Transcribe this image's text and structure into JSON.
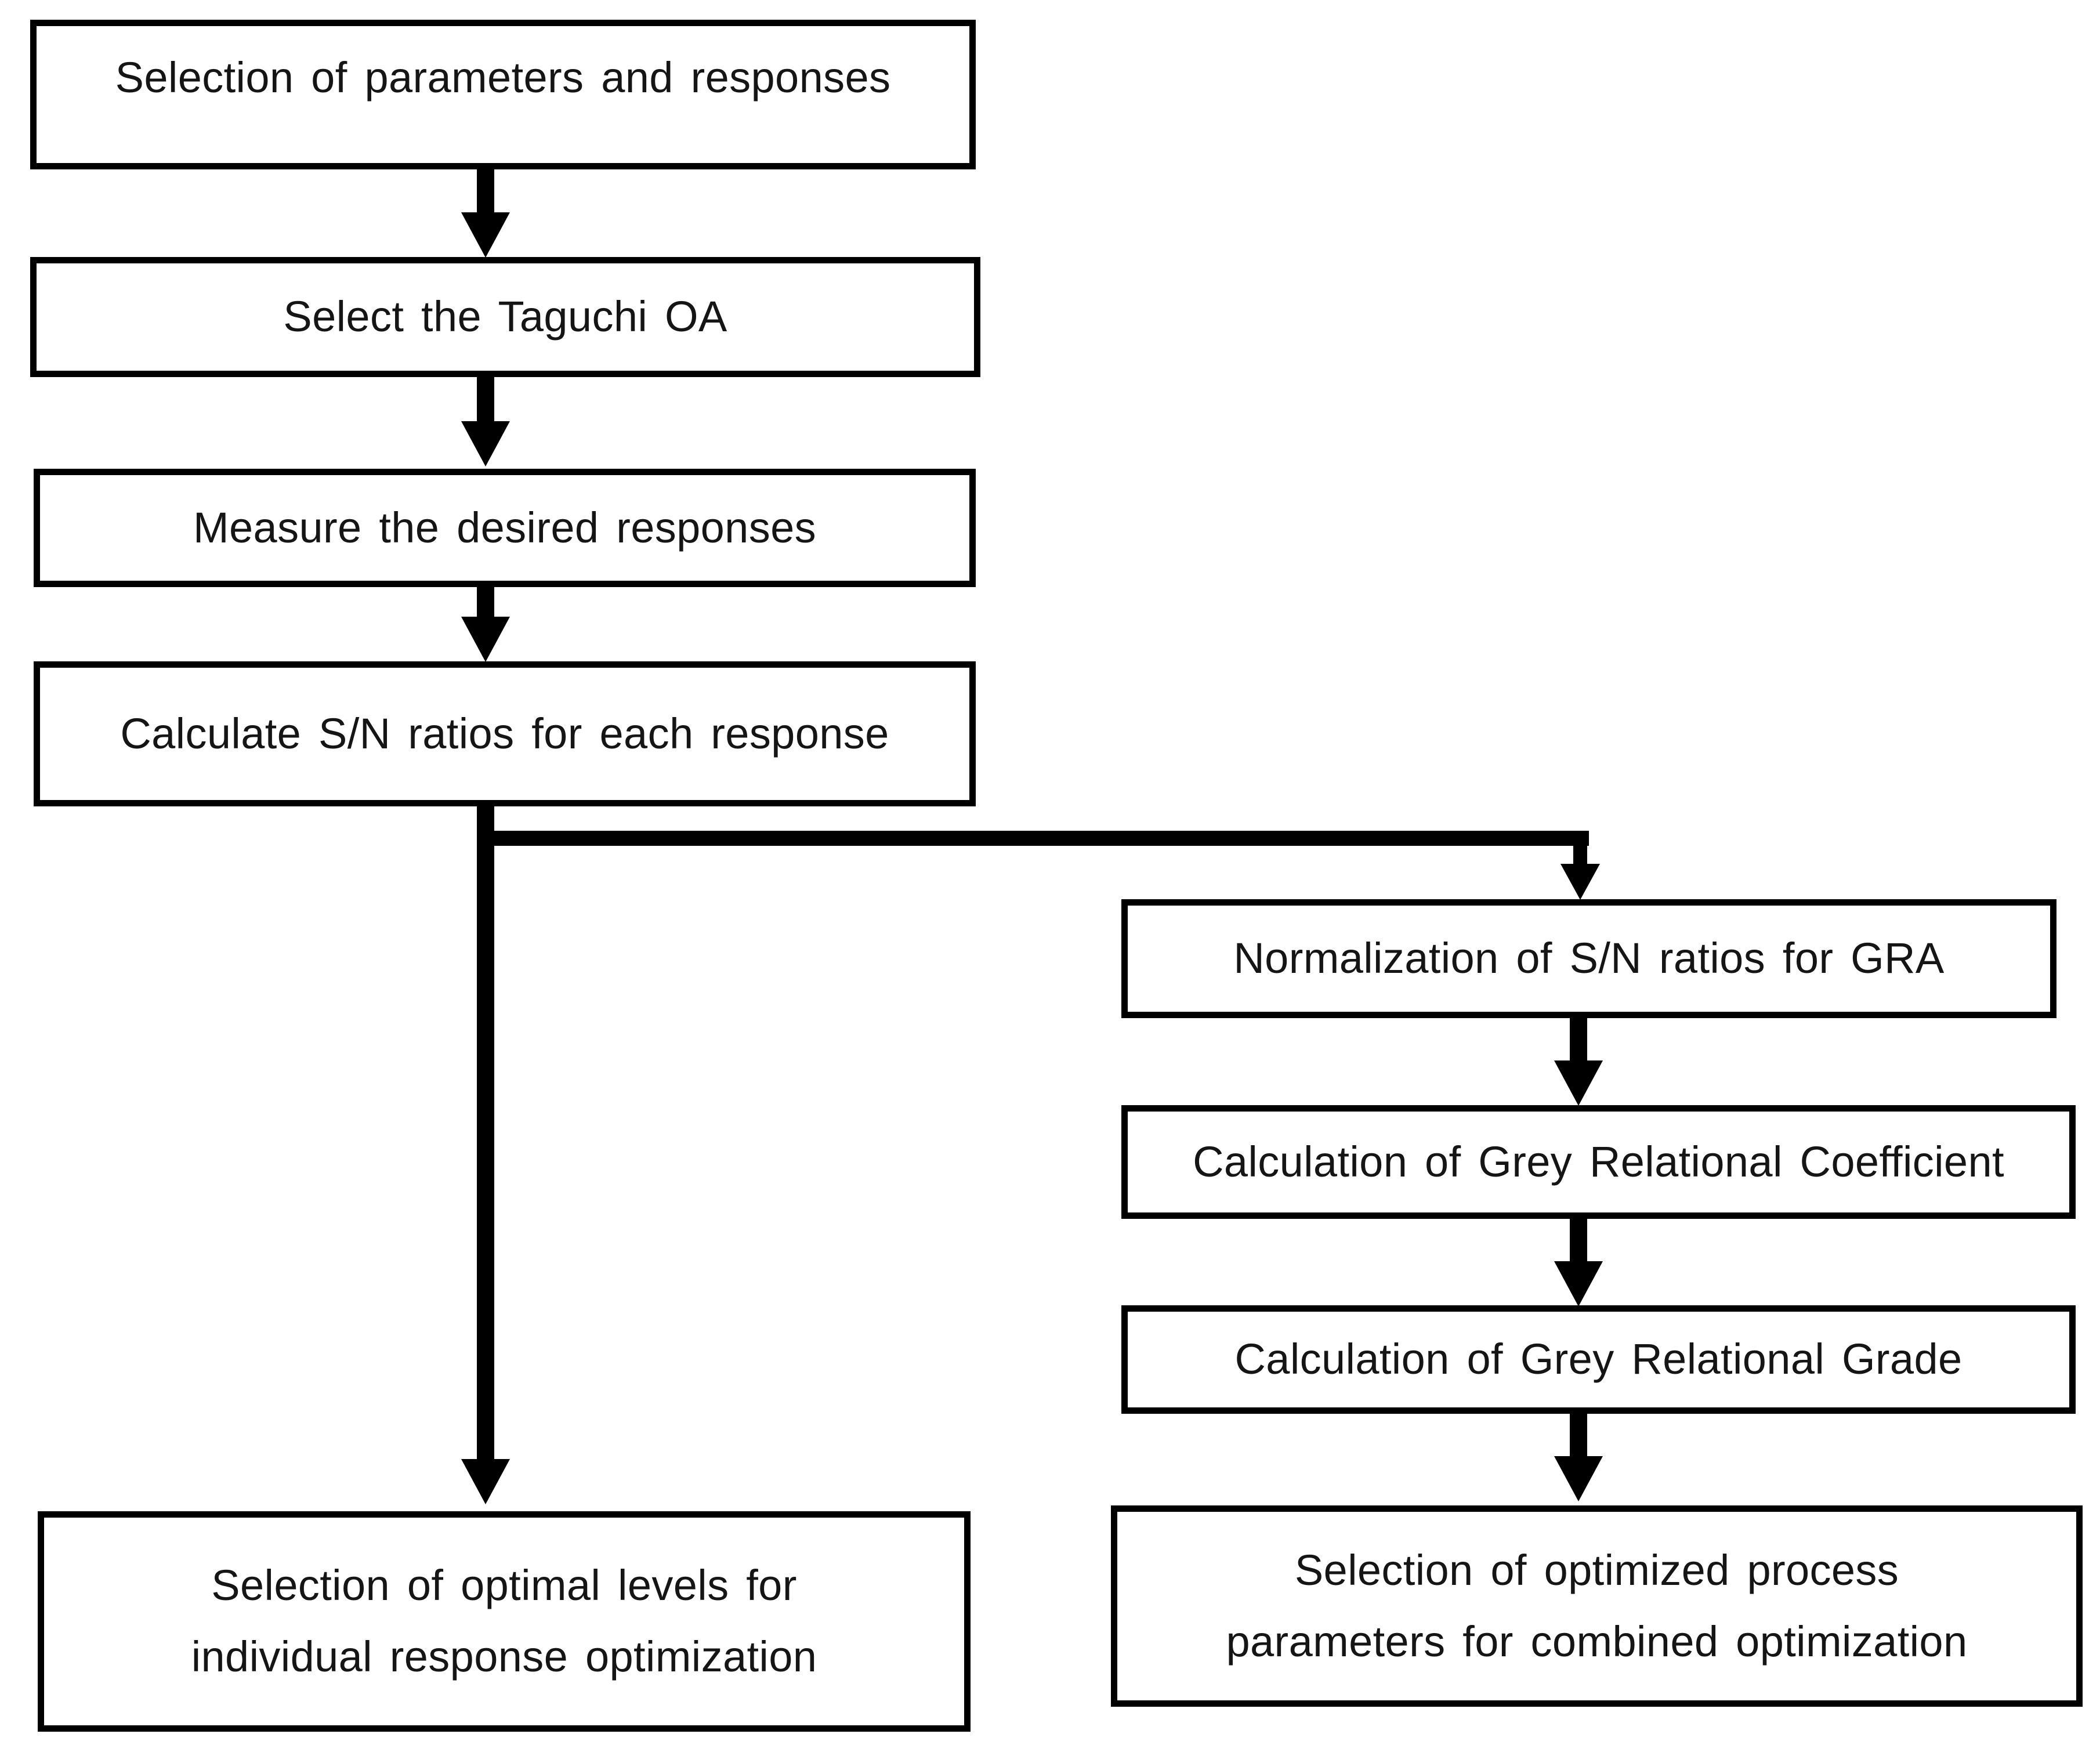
{
  "figure": {
    "kind": "flowchart",
    "background_color": "#ffffff",
    "ink_color": "#000000"
  },
  "boxes": [
    {
      "id": "selection-parameters",
      "lines": [
        "Selection of parameters and responses"
      ]
    },
    {
      "id": "select-taguchi-oa",
      "lines": [
        "Select the Taguchi OA"
      ]
    },
    {
      "id": "measure-responses",
      "lines": [
        "Measure the desired responses"
      ]
    },
    {
      "id": "calculate-sn-ratios",
      "lines": [
        "Calculate S/N ratios for each response"
      ]
    },
    {
      "id": "normalization-sn-gra",
      "lines": [
        "Normalization of S/N ratios for GRA"
      ]
    },
    {
      "id": "grey-relational-coefficient",
      "lines": [
        "Calculation of Grey Relational Coefficient"
      ]
    },
    {
      "id": "grey-relational-grade",
      "lines": [
        "Calculation of Grey Relational Grade"
      ]
    },
    {
      "id": "optimal-levels-individual",
      "lines": [
        "Selection of optimal levels for",
        "individual response optimization"
      ]
    },
    {
      "id": "optimized-combined",
      "lines": [
        "Selection of optimized process",
        "parameters for combined optimization"
      ]
    }
  ],
  "edges": [
    {
      "from": "selection-parameters",
      "to": "select-taguchi-oa"
    },
    {
      "from": "select-taguchi-oa",
      "to": "measure-responses"
    },
    {
      "from": "measure-responses",
      "to": "calculate-sn-ratios"
    },
    {
      "from": "calculate-sn-ratios",
      "to": "optimal-levels-individual"
    },
    {
      "from": "calculate-sn-ratios",
      "to": "normalization-sn-gra"
    },
    {
      "from": "normalization-sn-gra",
      "to": "grey-relational-coefficient"
    },
    {
      "from": "grey-relational-coefficient",
      "to": "grey-relational-grade"
    },
    {
      "from": "grey-relational-grade",
      "to": "optimized-combined"
    }
  ]
}
